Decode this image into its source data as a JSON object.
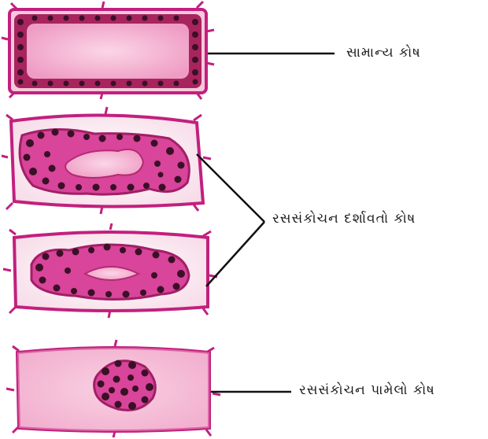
{
  "labels": {
    "normal_cell": "સામાન્ય કોષ",
    "plasmolysing_cell": "રસસંકોચન દર્શાવતો કોષ",
    "plasmolysed_cell": "રસસંકોચન પામેલો કોષ"
  },
  "colors": {
    "cell_wall": "#c2207e",
    "cytoplasm_light": "#f4a9cc",
    "cytoplasm_dark": "#d03e89",
    "vacuole": "#f8c3dc",
    "chloroplast": "#3a1026",
    "leader_line": "#111111"
  }
}
